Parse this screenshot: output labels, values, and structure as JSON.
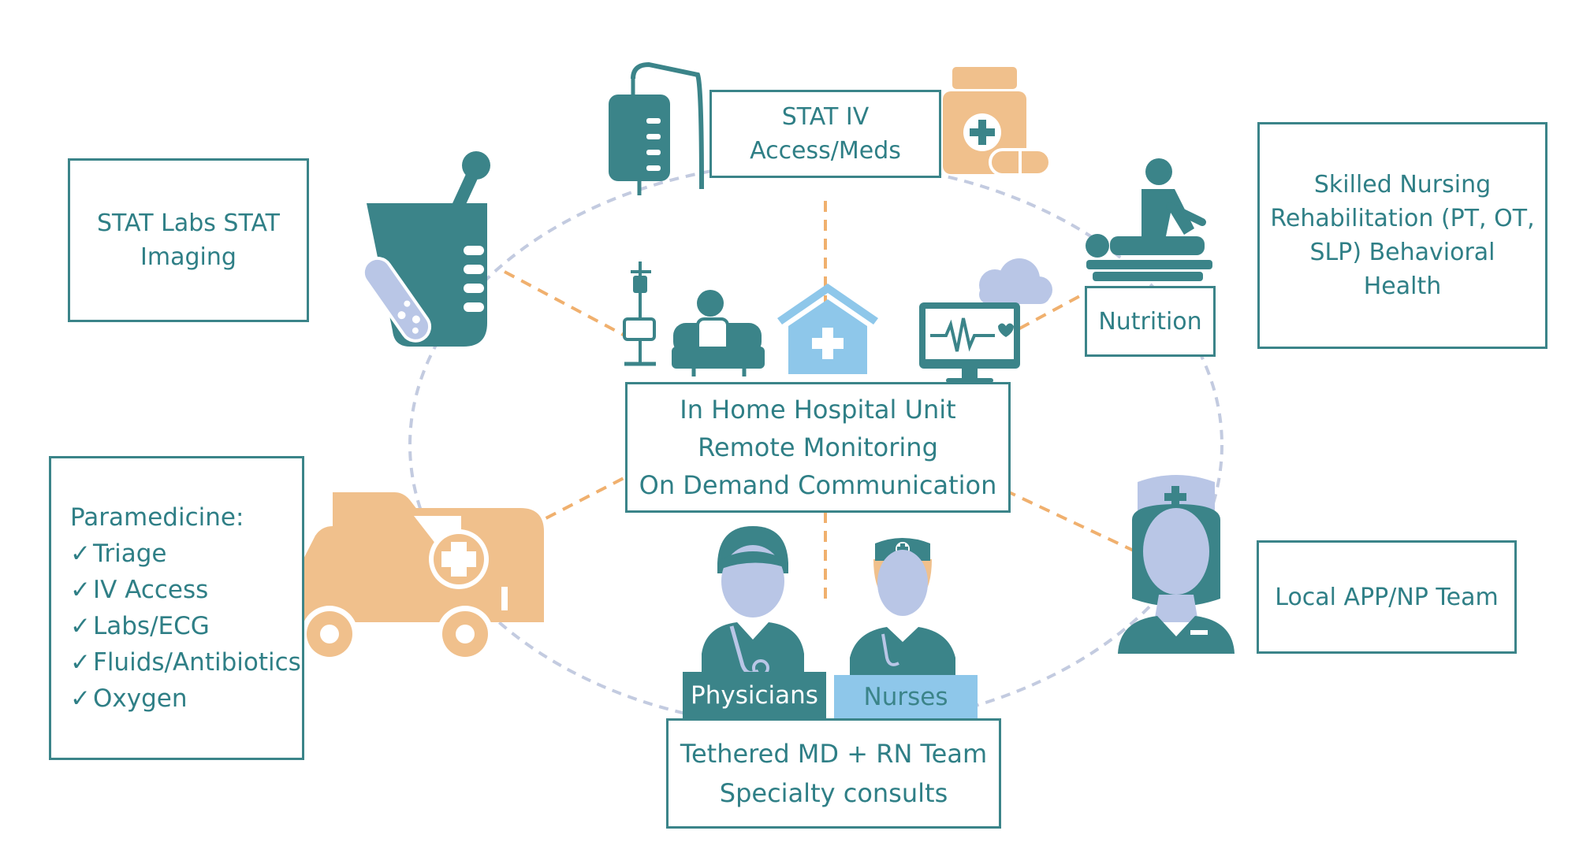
{
  "colors": {
    "teal": "#3b8489",
    "teal_text": "#2f7f86",
    "orange": "#f0c08c",
    "light_blue": "#8ec7ea",
    "lavender": "#b9c6e6",
    "ring": "#c3cbe0",
    "dash": "#f0b06e"
  },
  "icons": {
    "iv_bag": "iv-bag-icon",
    "pill_bottle": "medicine-bottle-icon",
    "pill": "capsule-icon",
    "mortar_pestle": "mortar-pestle-icon",
    "test_tube": "test-tube-icon",
    "patient_chair": "patient-in-chair-icon",
    "home_hospital": "home-hospital-icon",
    "monitor": "heart-monitor-icon",
    "cloud": "cloud-icon",
    "therapist": "physical-therapy-icon",
    "ambulance": "ambulance-icon",
    "nurse_large": "nurse-icon",
    "physician": "physician-icon",
    "nurse_small": "nurse-small-icon"
  },
  "center": {
    "lines": [
      "In Home Hospital Unit",
      "Remote Monitoring",
      "On Demand Communication"
    ]
  },
  "stat_iv": {
    "lines": [
      "STAT IV",
      "Access/Meds"
    ]
  },
  "stat_labs": {
    "lines": [
      "STAT Labs  STAT",
      "Imaging"
    ]
  },
  "skilled": {
    "lines": [
      "Skilled Nursing",
      "Rehabilitation (PT, OT,",
      "SLP)  Behavioral",
      "Health"
    ]
  },
  "nutrition": {
    "label": "Nutrition"
  },
  "paramedicine": {
    "title": "Paramedicine:",
    "check": "✓",
    "items": [
      "Triage",
      "IV Access",
      "Labs/ECG",
      "Fluids/Antibiotics",
      "Oxygen"
    ]
  },
  "local_app": {
    "label": "Local APP/NP Team"
  },
  "team_tags": {
    "physicians": "Physicians",
    "nurses": "Nurses"
  },
  "tethered": {
    "lines": [
      "Tethered MD + RN Team",
      "Specialty consults"
    ]
  }
}
